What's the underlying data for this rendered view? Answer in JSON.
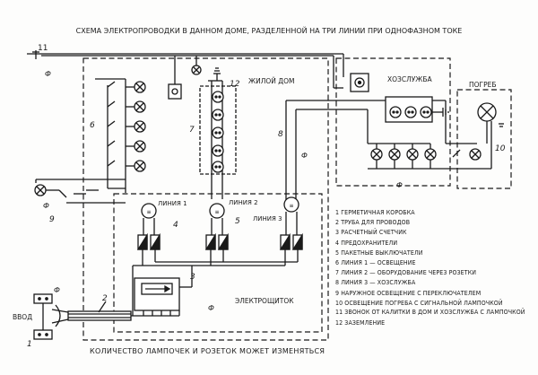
{
  "title": "СХЕМА ЭЛЕКТРОПРОВОДКИ В ДАННОМ ДОМЕ, РАЗДЕЛЕННОЙ НА ТРИ ЛИНИИ ПРИ ОДНОФАЗНОМ ТОКЕ",
  "regions": {
    "house": "ЖИЛОЙ ДОМ",
    "utility": "ХОЗСЛУЖБА",
    "cellar": "ПОГРЕБ",
    "panel": "ЭЛЕКТРОЩИТОК"
  },
  "lines": {
    "line1": "ЛИНИЯ 1",
    "line2": "ЛИНИЯ 2",
    "line3": "ЛИНИЯ 3"
  },
  "phase_label": "Ф",
  "input_label": "ВВОД",
  "numbers": [
    "1",
    "2",
    "3",
    "4",
    "5",
    "6",
    "7",
    "8",
    "9",
    "10",
    "11",
    "12"
  ],
  "legend": [
    "1 ГЕРМЕТИЧНАЯ КОРОБКА",
    "2 ТРУБА ДЛЯ ПРОВОДОВ",
    "3 РАСЧЕТНЫЙ СЧЕТЧИК",
    "4 ПРЕДОХРАНИТЕЛИ",
    "5 ПАКЕТНЫЕ ВЫКЛЮЧАТЕЛИ",
    "6 ЛИНИЯ 1 — ОСВЕЩЕНИЕ",
    "7 ЛИНИЯ 2 — ОБОРУДОВАНИЕ ЧЕРЕЗ РОЗЕТКИ",
    "8 ЛИНИЯ 3 — ХОЗСЛУЖБА",
    "9 НАРУЖНОЕ ОСВЕЩЕНИЕ С ПЕРЕКЛЮЧАТЕЛЕМ",
    "10 ОСВЕЩЕНИЕ ПОГРЕБА С СИГНАЛЬНОЙ ЛАМПОЧКОЙ",
    "11 ЗВОНОК ОТ КАЛИТКИ В ДОМ И ХОЗСЛУЖБА С ЛАМПОЧКОЙ",
    "12 ЗАЗЕМЛЕНИЕ"
  ],
  "footer": "КОЛИЧЕСТВО ЛАМПОЧЕК И РОЗЕТОК МОЖЕТ ИЗМЕНЯТЬСЯ"
}
